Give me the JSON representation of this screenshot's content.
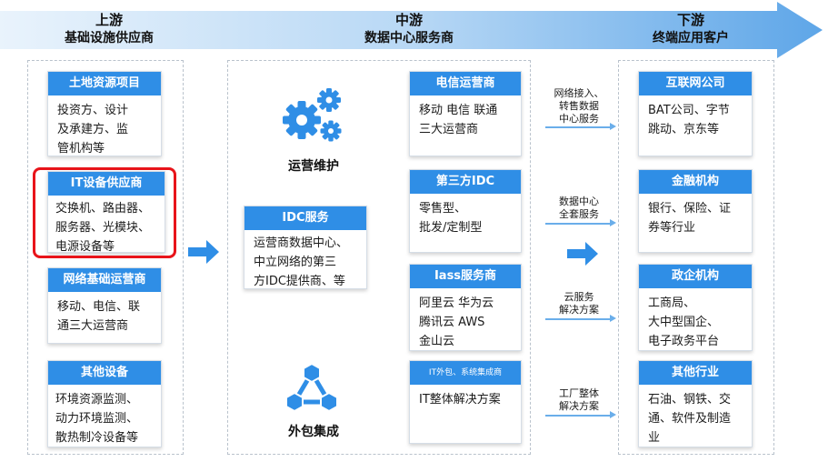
{
  "stages": {
    "upstream": {
      "title": "上游",
      "subtitle": "基础设施供应商"
    },
    "midstream": {
      "title": "中游",
      "subtitle": "数据中心服务商"
    },
    "downstream": {
      "title": "下游",
      "subtitle": "终端应用客户"
    }
  },
  "upstream_cards": [
    {
      "title": "土地资源项目",
      "lines": [
        "投资方、设计",
        "及承建方、监",
        "管机构等"
      ]
    },
    {
      "title": "IT设备供应商",
      "lines": [
        "交换机、路由器、",
        "服务器、光模块、",
        "电源设备等"
      ]
    },
    {
      "title": "网络基础运营商",
      "lines": [
        "移动、电信、联",
        "通三大运营商"
      ]
    },
    {
      "title": "其他设备",
      "lines": [
        "环境资源监测、",
        "动力环境监测、",
        "散热制冷设备等"
      ]
    }
  ],
  "mid_left": {
    "ops_label": "运营维护",
    "idc_card": {
      "title": "IDC服务",
      "lines": [
        "运营商数据中心、",
        "中立网络的第三",
        "方IDC提供商、等"
      ]
    },
    "outsource_label": "外包集成"
  },
  "mid_right_cards": [
    {
      "title": "电信运营商",
      "lines": [
        "移动 电信 联通",
        "三大运营商"
      ]
    },
    {
      "title": "第三方IDC",
      "lines": [
        "零售型、",
        "批发/定制型"
      ]
    },
    {
      "title": "Iass服务商",
      "lines": [
        "阿里云 华为云",
        "腾讯云  AWS",
        "金山云"
      ]
    },
    {
      "title": "IT外包、系统集成商",
      "lines": [
        "IT整体解决方案"
      ]
    }
  ],
  "flows": [
    {
      "lines": [
        "网络接入、",
        "转售数据",
        "中心服务"
      ]
    },
    {
      "lines": [
        "数据中心",
        "全套服务"
      ]
    },
    {
      "lines": [
        "云服务",
        "解决方案"
      ]
    },
    {
      "lines": [
        "工厂整体",
        "解决方案"
      ]
    }
  ],
  "downstream_cards": [
    {
      "title": "互联网公司",
      "lines": [
        "BAT公司、字节",
        "跳动、京东等"
      ]
    },
    {
      "title": "金融机构",
      "lines": [
        "银行、保险、证",
        "券等行业"
      ]
    },
    {
      "title": "政企机构",
      "lines": [
        "工商局、",
        "大中型国企、",
        "电子政务平台"
      ]
    },
    {
      "title": "其他行业",
      "lines": [
        "石油、钢铁、交",
        "通、软件及制造",
        "业"
      ]
    }
  ],
  "colors": {
    "accent": "#2f8ee6",
    "highlight": "#e8141a",
    "banner": "#7fb9ec"
  }
}
